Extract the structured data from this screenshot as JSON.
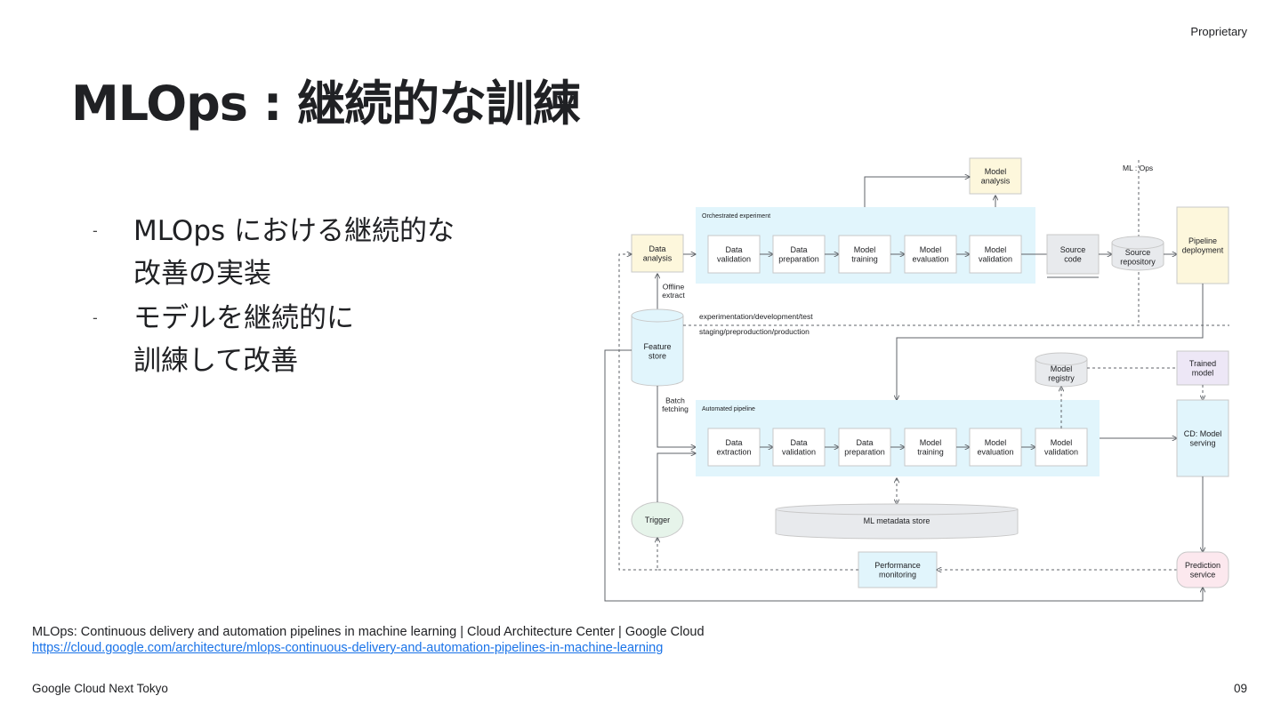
{
  "header": {
    "proprietary": "Proprietary"
  },
  "title": "MLOps : 継続的な訓練",
  "bullets": [
    {
      "line1": "MLOps における継続的な",
      "line2": "改善の実装"
    },
    {
      "line1": "モデルを継続的に",
      "line2": "訓練して改善"
    }
  ],
  "diagram": {
    "ml_ops_label": "ML : Ops",
    "model_analysis": [
      "Model",
      "analysis"
    ],
    "orchestrated_label": "Orchestrated experiment",
    "orchestrated_steps": [
      [
        "Data",
        "validation"
      ],
      [
        "Data",
        "preparation"
      ],
      [
        "Model",
        "training"
      ],
      [
        "Model",
        "evaluation"
      ],
      [
        "Model",
        "validation"
      ]
    ],
    "data_analysis": [
      "Data",
      "analysis"
    ],
    "source_code": [
      "Source",
      "code"
    ],
    "source_repository": [
      "Source",
      "repository"
    ],
    "pipeline_deployment": [
      "Pipeline",
      "deployment"
    ],
    "offline_extract": [
      "Offline",
      "extract"
    ],
    "feature_store": [
      "Feature",
      "store"
    ],
    "env_top": "experimentation/development/test",
    "env_bottom": "staging/preproduction/production",
    "model_registry": [
      "Model",
      "registry"
    ],
    "trained_model": [
      "Trained",
      "model"
    ],
    "batch_fetching": [
      "Batch",
      "fetching"
    ],
    "automated_label": "Automated pipeline",
    "automated_steps": [
      [
        "Data",
        "extraction"
      ],
      [
        "Data",
        "validation"
      ],
      [
        "Data",
        "preparation"
      ],
      [
        "Model",
        "training"
      ],
      [
        "Model",
        "evaluation"
      ],
      [
        "Model",
        "validation"
      ]
    ],
    "cd_model_serving": [
      "CD: Model",
      "serving"
    ],
    "trigger": "Trigger",
    "ml_metadata_store": "ML metadata store",
    "performance_monitoring": [
      "Performance",
      "monitoring"
    ],
    "prediction_service": [
      "Prediction",
      "service"
    ],
    "colors": {
      "light_blue": "#e1f5fc",
      "light_yellow": "#fdf7dc",
      "light_gray": "#e8eaed",
      "light_green": "#e6f4ea",
      "light_purple": "#ede7f6",
      "light_pink": "#fce8ee",
      "line": "#5f6368"
    }
  },
  "source": {
    "text": "MLOps: Continuous delivery and automation pipelines in machine learning  |  Cloud Architecture Center  |  Google Cloud",
    "url": "https://cloud.google.com/architecture/mlops-continuous-delivery-and-automation-pipelines-in-machine-learning"
  },
  "footer": {
    "left": "Google Cloud Next Tokyo",
    "page": "09"
  }
}
